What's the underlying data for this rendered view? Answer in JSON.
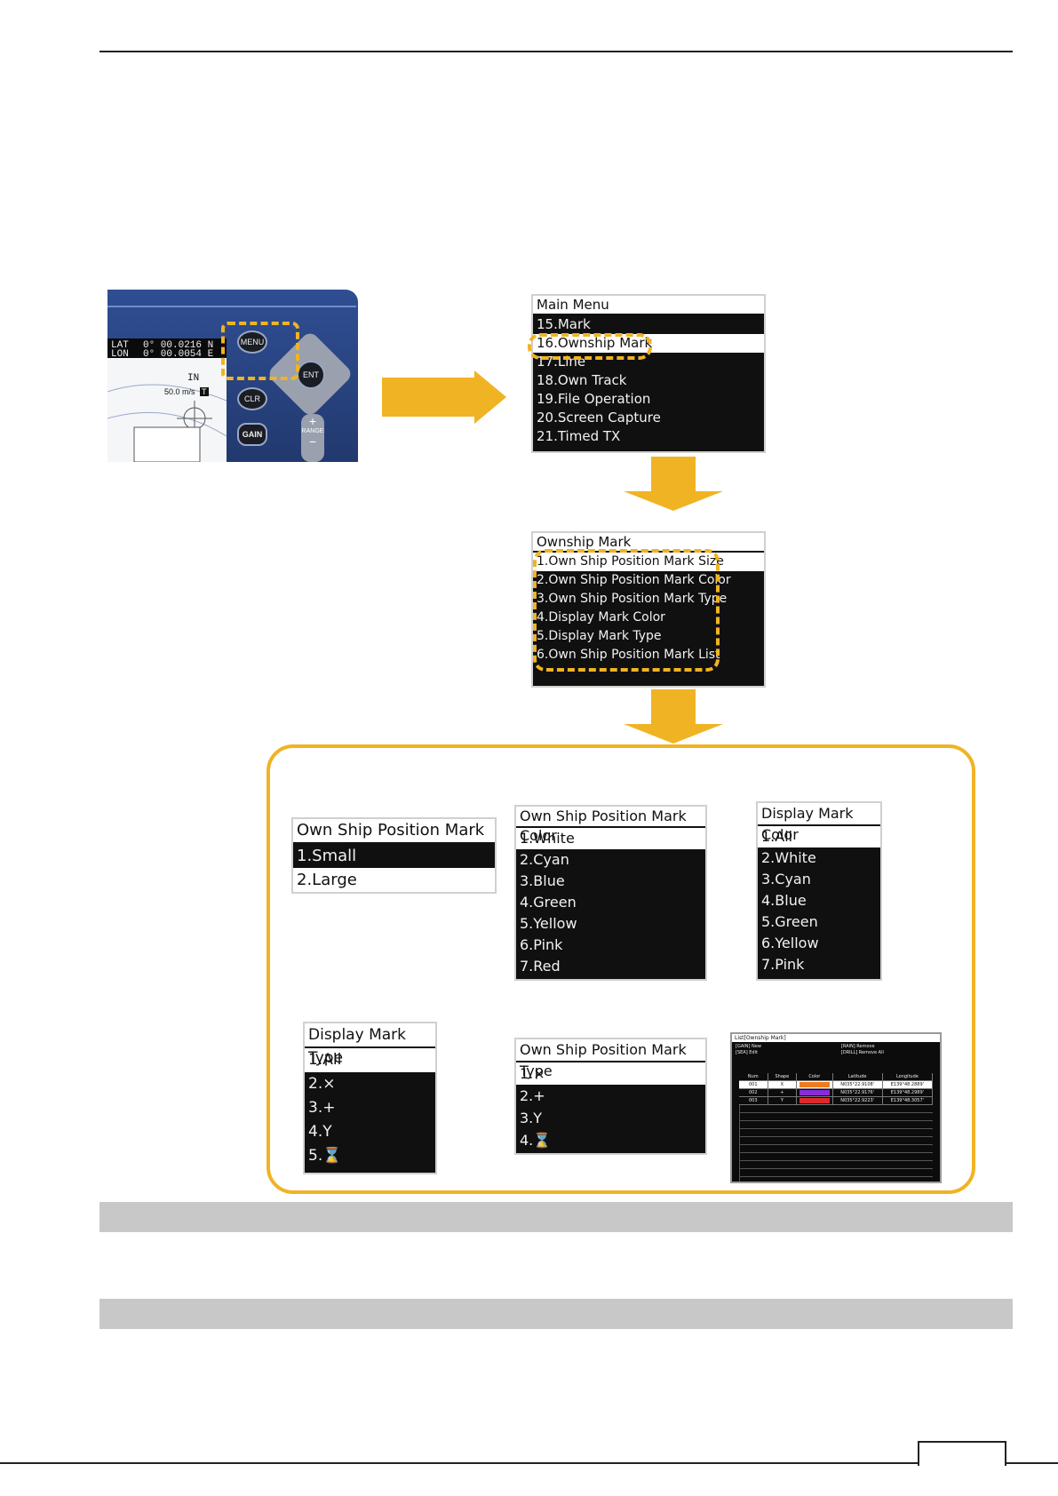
{
  "panel": {
    "lat_label": "LAT",
    "lon_label": "LON",
    "lat_value": "0° 00.0216 N",
    "lon_value": "0° 00.0054 E",
    "in_label": "IN",
    "speed": "50.0 m/s",
    "t_badge": "T",
    "menu_key": "MENU",
    "ent_key": "ENT",
    "clr_key": "CLR",
    "gain_key": "GAIN",
    "range_key": "RANGE",
    "plus_sign": "+",
    "minus_sign": "−"
  },
  "main_menu": {
    "title": "Main Menu",
    "items": [
      {
        "label": "15.Mark"
      },
      {
        "label": "16.Ownship Mark"
      },
      {
        "label": "17.Line"
      },
      {
        "label": "18.Own Track"
      },
      {
        "label": "19.File Operation"
      },
      {
        "label": "20.Screen Capture"
      },
      {
        "label": "21.Timed TX"
      }
    ]
  },
  "ownship_menu": {
    "title": "Ownship Mark",
    "items": [
      {
        "label": "1.Own Ship Position Mark Size"
      },
      {
        "label": "2.Own Ship Position Mark Color"
      },
      {
        "label": "3.Own Ship Position Mark Type"
      },
      {
        "label": "4.Display Mark Color"
      },
      {
        "label": "5.Display Mark Type"
      },
      {
        "label": "6.Own Ship Position Mark List"
      }
    ]
  },
  "size_menu": {
    "title": "Own Ship Position Mark Size",
    "items": [
      {
        "label": "1.Small"
      },
      {
        "label": "2.Large"
      }
    ]
  },
  "color_menu": {
    "title": "Own Ship Position Mark Color",
    "items": [
      {
        "label": "1.White"
      },
      {
        "label": "2.Cyan"
      },
      {
        "label": "3.Blue"
      },
      {
        "label": "4.Green"
      },
      {
        "label": "5.Yellow"
      },
      {
        "label": "6.Pink"
      },
      {
        "label": "7.Red"
      }
    ]
  },
  "display_color_menu": {
    "title": "Display Mark Color",
    "items": [
      {
        "label": "1.All"
      },
      {
        "label": "2.White"
      },
      {
        "label": "3.Cyan"
      },
      {
        "label": "4.Blue"
      },
      {
        "label": "5.Green"
      },
      {
        "label": "6.Yellow"
      },
      {
        "label": "7.Pink"
      }
    ]
  },
  "display_type_menu": {
    "title": "Display Mark Type",
    "items": [
      {
        "label": "1.All"
      },
      {
        "label": "2.×"
      },
      {
        "label": "3.+"
      },
      {
        "label": "4.Y"
      },
      {
        "label": "5.⌛"
      }
    ]
  },
  "type_menu": {
    "title": "Own Ship Position Mark Type",
    "items": [
      {
        "label": "1.×"
      },
      {
        "label": "2.+"
      },
      {
        "label": "3.Y"
      },
      {
        "label": "4.⌛"
      }
    ]
  },
  "list_screen": {
    "title": "List[Ownship Mark]",
    "key_left_1": "[GAIN] New",
    "key_left_2": "[SEA] Edit",
    "key_right_1": "[RAIN] Remove",
    "key_right_2": "[DRILL] Remove All",
    "columns": [
      "Num",
      "Shape",
      "Color",
      "Latitude",
      "Longitude"
    ],
    "rows": [
      {
        "num": "001",
        "shape": "X",
        "color": "#f07a1e",
        "lat": "N035°22.9108'",
        "lon": "E139°48.2889'"
      },
      {
        "num": "002",
        "shape": "+",
        "color": "#8a2bd6",
        "lat": "N035°22.9176'",
        "lon": "E139°48.2989'"
      },
      {
        "num": "003",
        "shape": "Y",
        "color": "#e0282a",
        "lat": "N035°22.9223'",
        "lon": "E139°48.3057'"
      }
    ]
  },
  "colors": {
    "accent": "#f0b323",
    "bar": "#c8c8c8"
  }
}
